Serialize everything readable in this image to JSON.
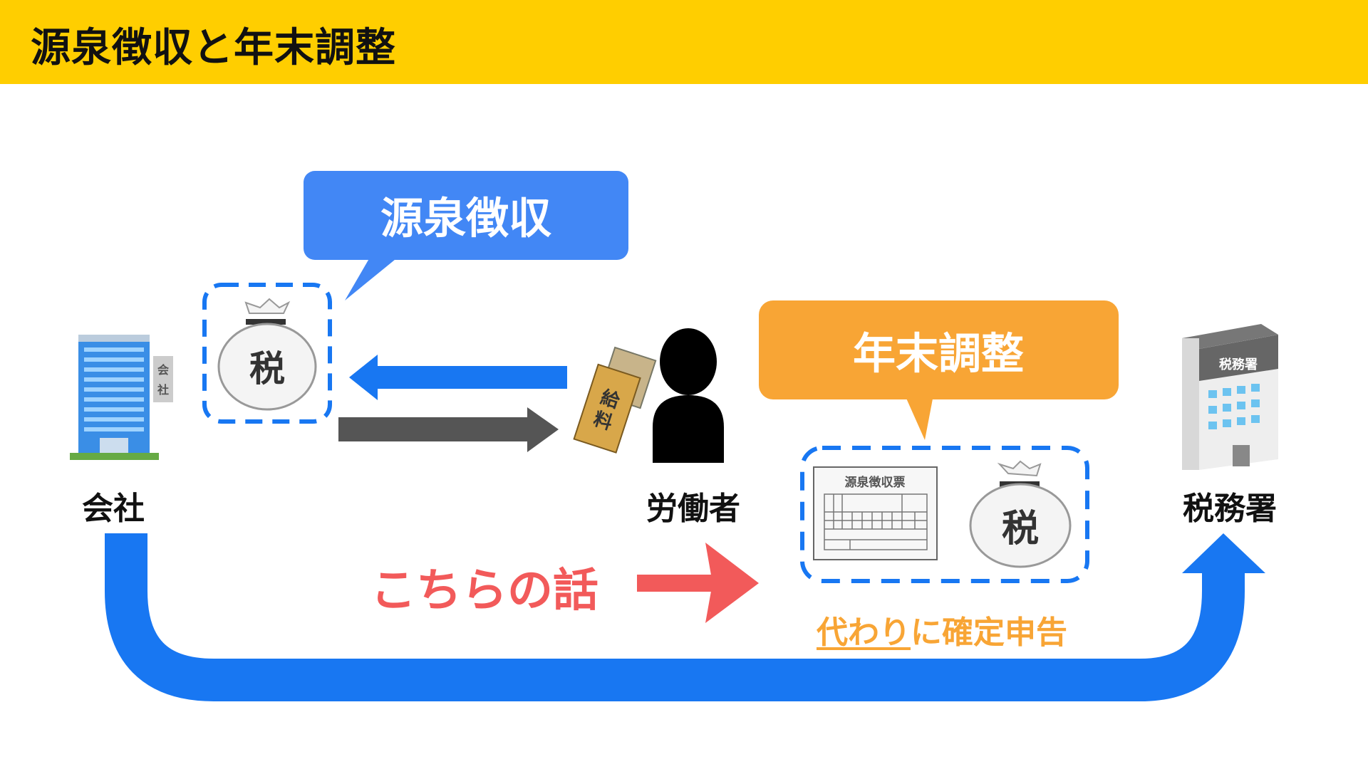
{
  "header": {
    "title": "源泉徴収と年末調整"
  },
  "bubbles": {
    "withholding": "源泉徴収",
    "year_end": "年末調整"
  },
  "entities": {
    "company": "会社",
    "worker": "労働者",
    "tax_office": "税務署"
  },
  "icons": {
    "tax_bag_text": "税",
    "salary_text": "給料",
    "company_sign": "会社",
    "tax_office_sign": "税務署",
    "slip_title": "源泉徴収票"
  },
  "notes": {
    "this_topic": "こちらの話",
    "proxy_underlined": "代わり",
    "proxy_rest": "に確定申告"
  },
  "colors": {
    "header": "#ffce00",
    "blue": "#1877f2",
    "bubble_blue": "#4287f5",
    "orange": "#f8a535",
    "red": "#f25a5a",
    "gray_arrow": "#555555"
  }
}
